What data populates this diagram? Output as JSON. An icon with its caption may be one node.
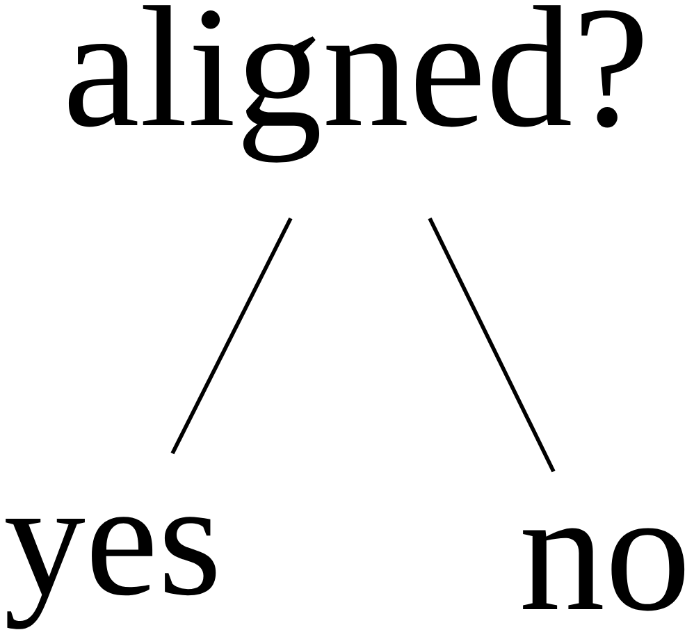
{
  "diagram": {
    "nodes": [
      {
        "text": [
          "aligned?"
        ]
      },
      {
        "text": [
          "yes"
        ]
      },
      {
        "text": [
          "no"
        ]
      }
    ],
    "edges": [
      {
        "from": 0,
        "to": 1,
        "arrow": "none"
      },
      {
        "from": 0,
        "to": 2,
        "arrow": "none"
      }
    ]
  }
}
